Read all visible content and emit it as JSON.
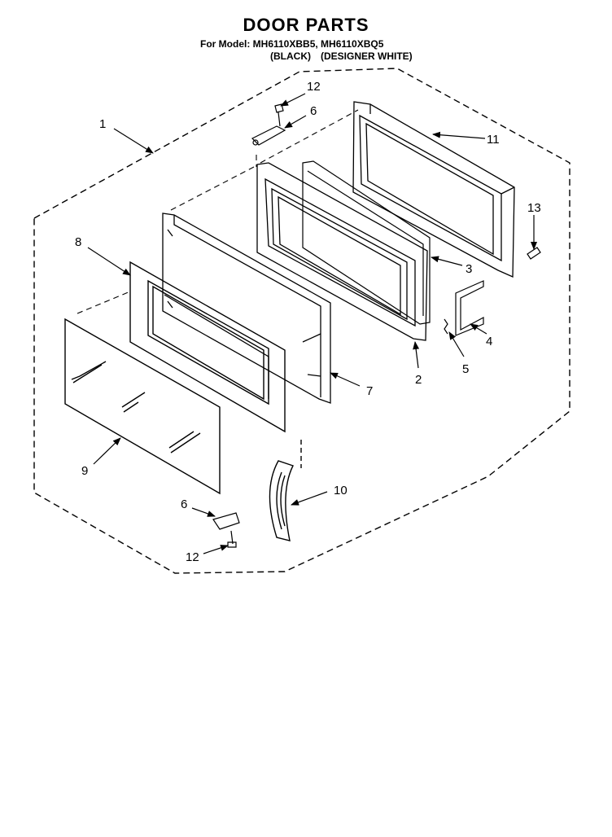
{
  "header": {
    "title": "DOOR PARTS",
    "model_line": "For Model: MH6110XBB5, MH6110XBQ5",
    "color_black": "(BLACK)",
    "color_white": "(DESIGNER WHITE)"
  },
  "callouts": {
    "c1": "1",
    "c12_top": "12",
    "c6_top": "6",
    "c11": "11",
    "c13": "13",
    "c8": "8",
    "c3": "3",
    "c4": "4",
    "c5": "5",
    "c2": "2",
    "c7": "7",
    "c9": "9",
    "c10": "10",
    "c6_bottom": "6",
    "c12_bottom": "12"
  }
}
